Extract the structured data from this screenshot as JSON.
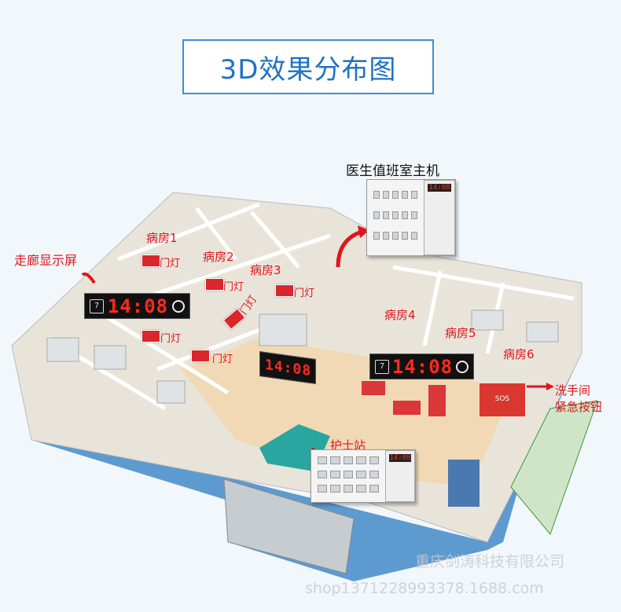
{
  "title": "3D效果分布图",
  "labels": {
    "doctor_host": "医生值班室主机",
    "corridor_display": "走廊显示屏",
    "nurse_station": "护士站",
    "washroom_line1": "洗手间",
    "washroom_line2": "紧急按钮",
    "door_light": "门灯"
  },
  "wards": [
    "病房1",
    "病房2",
    "病房3",
    "病房4",
    "病房5",
    "病房6"
  ],
  "displays": {
    "time": "14:08"
  },
  "sos_panel": {
    "text": "SOS"
  },
  "watermark": {
    "company": "重庆剑涛科技有限公司",
    "url": "shop1371228993378.1688.com"
  },
  "colors": {
    "title_blue": "#1f72c4",
    "label_red": "#e0151b",
    "facade_blue": "#5d9ad0"
  }
}
